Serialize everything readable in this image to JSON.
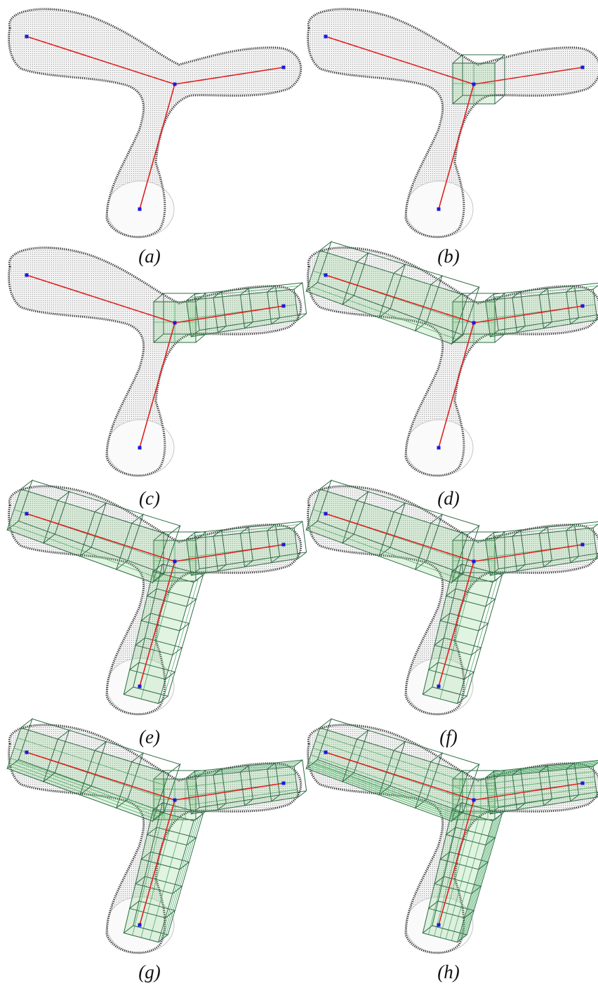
{
  "figure": {
    "panels": [
      {
        "id": "a",
        "caption": "(a)",
        "cage_branches": [],
        "cage_junction": false,
        "subdivision": 0
      },
      {
        "id": "b",
        "caption": "(b)",
        "cage_branches": [],
        "cage_junction": true,
        "subdivision": 2
      },
      {
        "id": "c",
        "caption": "(c)",
        "cage_branches": [
          "right"
        ],
        "cage_junction": true,
        "subdivision": 2
      },
      {
        "id": "d",
        "caption": "(d)",
        "cage_branches": [
          "right",
          "left"
        ],
        "cage_junction": true,
        "subdivision": 2
      },
      {
        "id": "e",
        "caption": "(e)",
        "cage_branches": [
          "right",
          "left",
          "down"
        ],
        "cage_junction": true,
        "subdivision": 2
      },
      {
        "id": "f",
        "caption": "(f)",
        "cage_branches": [
          "right",
          "left",
          "down"
        ],
        "cage_junction": true,
        "subdivision": 2
      },
      {
        "id": "g",
        "caption": "(g)",
        "cage_branches": [
          "right",
          "left",
          "down"
        ],
        "cage_junction": true,
        "subdivision": 4
      },
      {
        "id": "h",
        "caption": "(h)",
        "cage_branches": [
          "right",
          "left",
          "down"
        ],
        "cage_junction": true,
        "subdivision": 6
      }
    ]
  },
  "colors": {
    "point_cloud": "#303030",
    "skeleton": "#e02020",
    "skeleton_nodes": "#1a1adc",
    "cage_edges": "#2f6b46",
    "cage_fill": "#9fd59f"
  }
}
